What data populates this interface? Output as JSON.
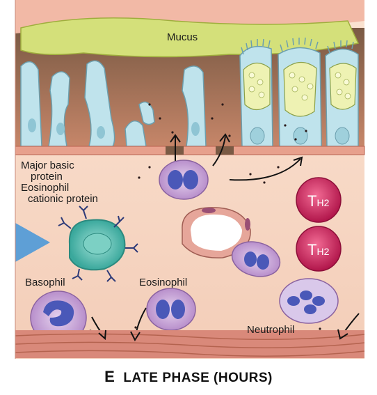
{
  "figure": {
    "labels": {
      "mucus": "Mucus",
      "mbp_line1": "Major basic",
      "mbp_line2": "protein",
      "ecp_line1": "Eosinophil",
      "ecp_line2": "cationic protein",
      "basophil": "Basophil",
      "eosinophil": "Eosinophil",
      "neutrophil": "Neutrophil",
      "th2": "T",
      "th2_sub": "H2"
    },
    "caption": {
      "panel_letter": "E",
      "text": "LATE PHASE (HOURS)"
    },
    "colors": {
      "mucus": "#d4e07a",
      "epithelial": "#bfe3ec",
      "submucosa": "#f6d8c6",
      "basement": "#e7a08c",
      "eosinophil_granule": "#c9a6d6",
      "nucleus": "#4a58b8",
      "th2": "#d8336a",
      "mast_cell": "#5fc4b8",
      "muscle": "#d9897a"
    }
  }
}
